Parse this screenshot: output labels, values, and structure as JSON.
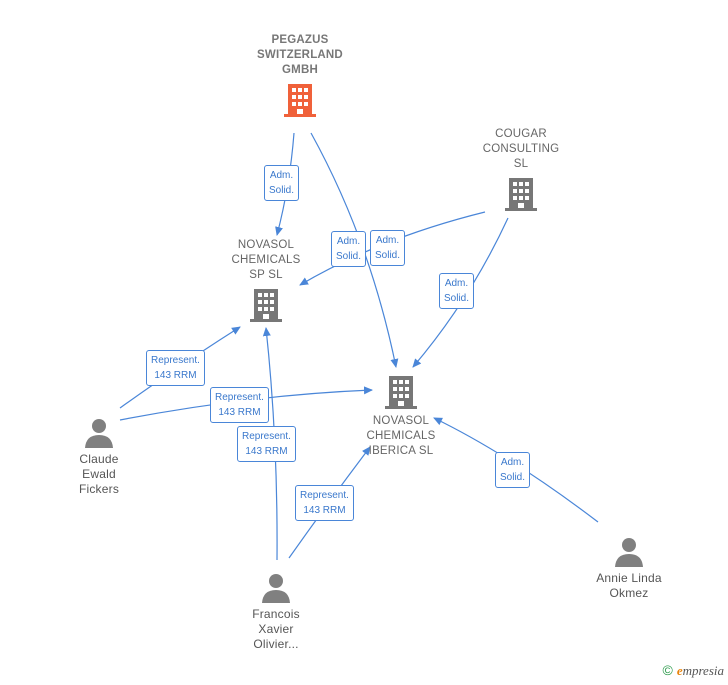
{
  "colors": {
    "edge": "#4a86d8",
    "company": "#777777",
    "company_highlight": "#f0613a",
    "person": "#808080"
  },
  "nodes": {
    "pegazus": {
      "label": "PEGAZUS\nSWITZERLAND\nGMBH",
      "icon": "building-icon"
    },
    "cougar": {
      "label": "COUGAR\nCONSULTING\nSL",
      "icon": "building-icon"
    },
    "novasol_sp": {
      "label": "NOVASOL\nCHEMICALS\nSP  SL",
      "icon": "building-icon"
    },
    "novasol_iberica": {
      "label": "NOVASOL\nCHEMICALS\nIBERICA  SL",
      "icon": "building-icon"
    },
    "claude": {
      "label": "Claude\nEwald\nFickers",
      "icon": "person-icon"
    },
    "francois": {
      "label": "Francois\nXavier\nOlivier...",
      "icon": "person-icon"
    },
    "annie": {
      "label": "Annie Linda\nOkmez",
      "icon": "person-icon"
    }
  },
  "edge_labels": [
    "Adm.\nSolid.",
    "Adm.\nSolid.",
    "Adm.\nSolid.",
    "Adm.\nSolid.",
    "Represent.\n143 RRM",
    "Represent.\n143 RRM",
    "Represent.\n143 RRM",
    "Represent.\n143 RRM",
    "Adm.\nSolid."
  ],
  "footer": {
    "copyright": "©",
    "brand_first": "e",
    "brand_rest": "mpresia"
  }
}
